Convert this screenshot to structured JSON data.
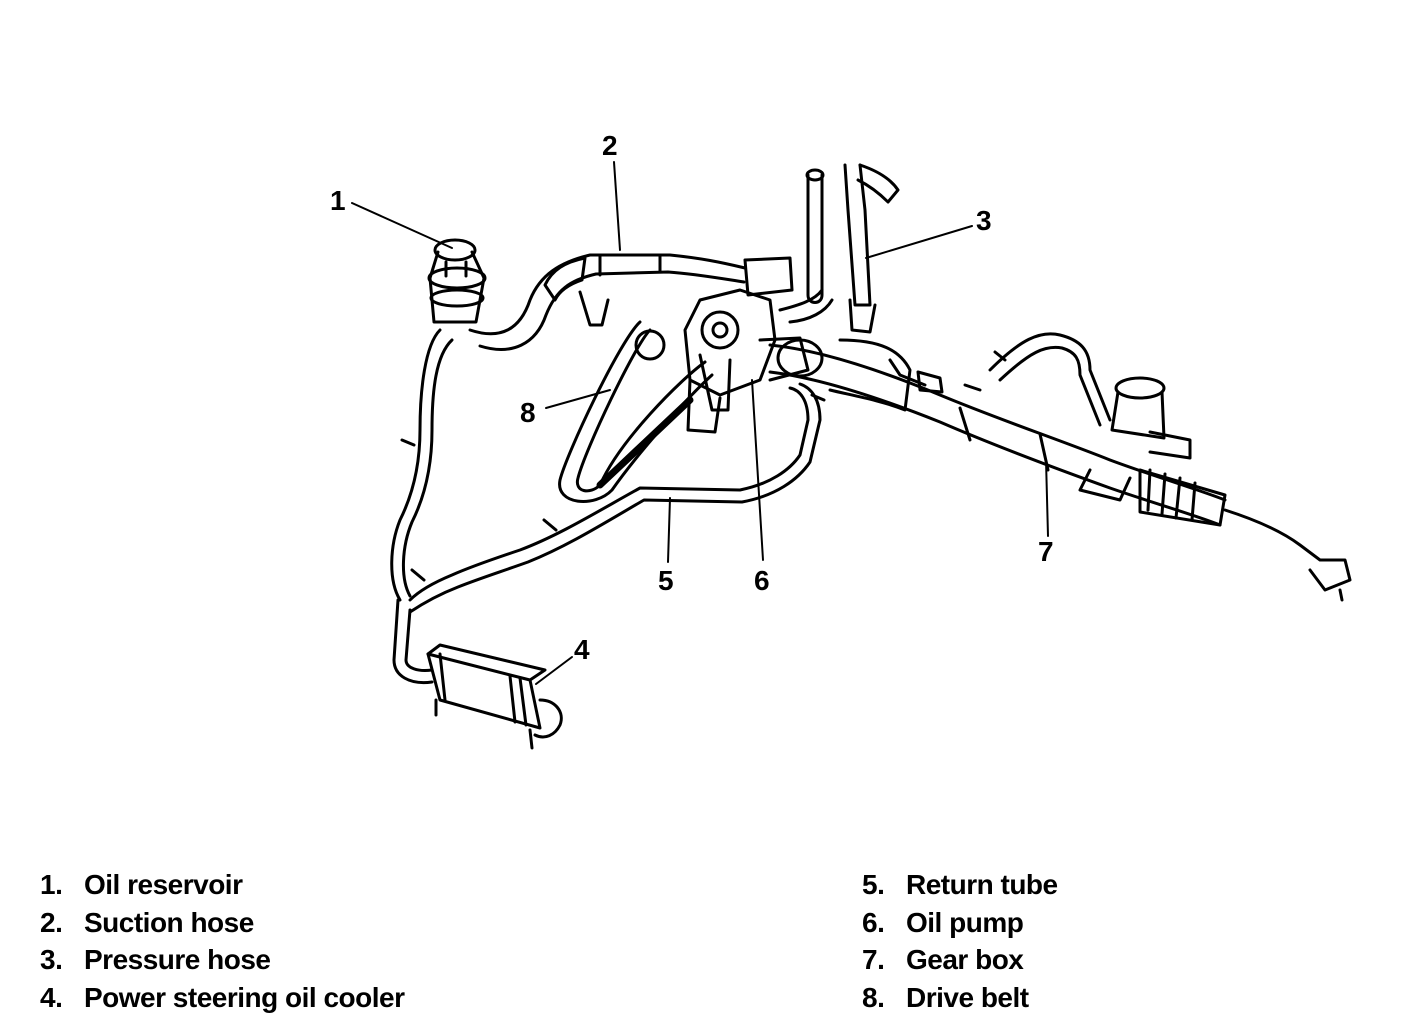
{
  "callouts": [
    "1",
    "2",
    "3",
    "4",
    "5",
    "6",
    "7",
    "8"
  ],
  "legend": {
    "left": [
      {
        "num": "1.",
        "label": "Oil reservoir"
      },
      {
        "num": "2.",
        "label": "Suction hose"
      },
      {
        "num": "3.",
        "label": "Pressure hose"
      },
      {
        "num": "4.",
        "label": "Power steering oil cooler"
      }
    ],
    "right": [
      {
        "num": "5.",
        "label": "Return tube"
      },
      {
        "num": "6.",
        "label": "Oil pump"
      },
      {
        "num": "7.",
        "label": "Gear box"
      },
      {
        "num": "8.",
        "label": "Drive belt"
      }
    ]
  },
  "colors": {
    "ink": "#000000",
    "paper": "#ffffff"
  }
}
